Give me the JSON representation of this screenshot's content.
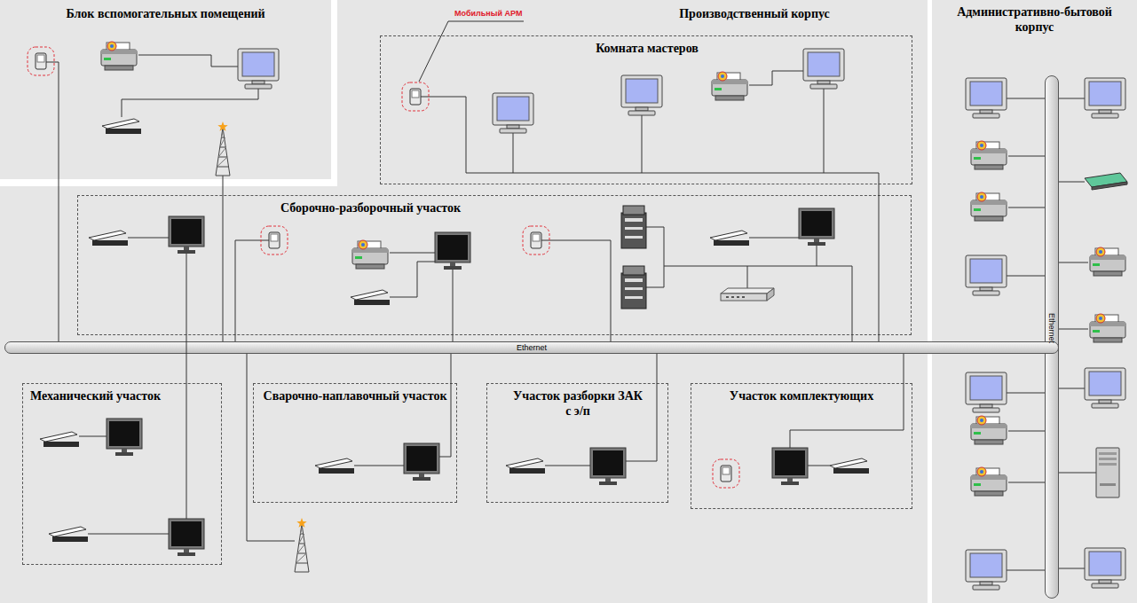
{
  "diagram": {
    "nodes": [
      {
        "text": [
          "Блок вспомогательных помещений"
        ]
      },
      {
        "text": [
          "Производственный корпус"
        ]
      },
      {
        "text": [
          "Комната мастеров"
        ],
        "in": 1
      },
      {
        "text": [
          "Административно-бытовой корпус"
        ]
      },
      {
        "text": [
          "Сборочно-разборочный участок"
        ],
        "in": 1
      },
      {
        "text": [
          "Ethernet"
        ]
      },
      {
        "text": [
          "Ethernet"
        ],
        "in": 3
      },
      {
        "text": [
          "Механический участок"
        ],
        "in": 1
      },
      {
        "text": [
          "Сварочно-наплавочный участок"
        ],
        "in": 1
      },
      {
        "text": [
          "Участок разборки ЗАК с э/п"
        ],
        "in": 1
      },
      {
        "text": [
          "Участок комплектующих"
        ],
        "in": 1
      }
    ],
    "labels": [
      "Мобильный АРМ"
    ]
  }
}
